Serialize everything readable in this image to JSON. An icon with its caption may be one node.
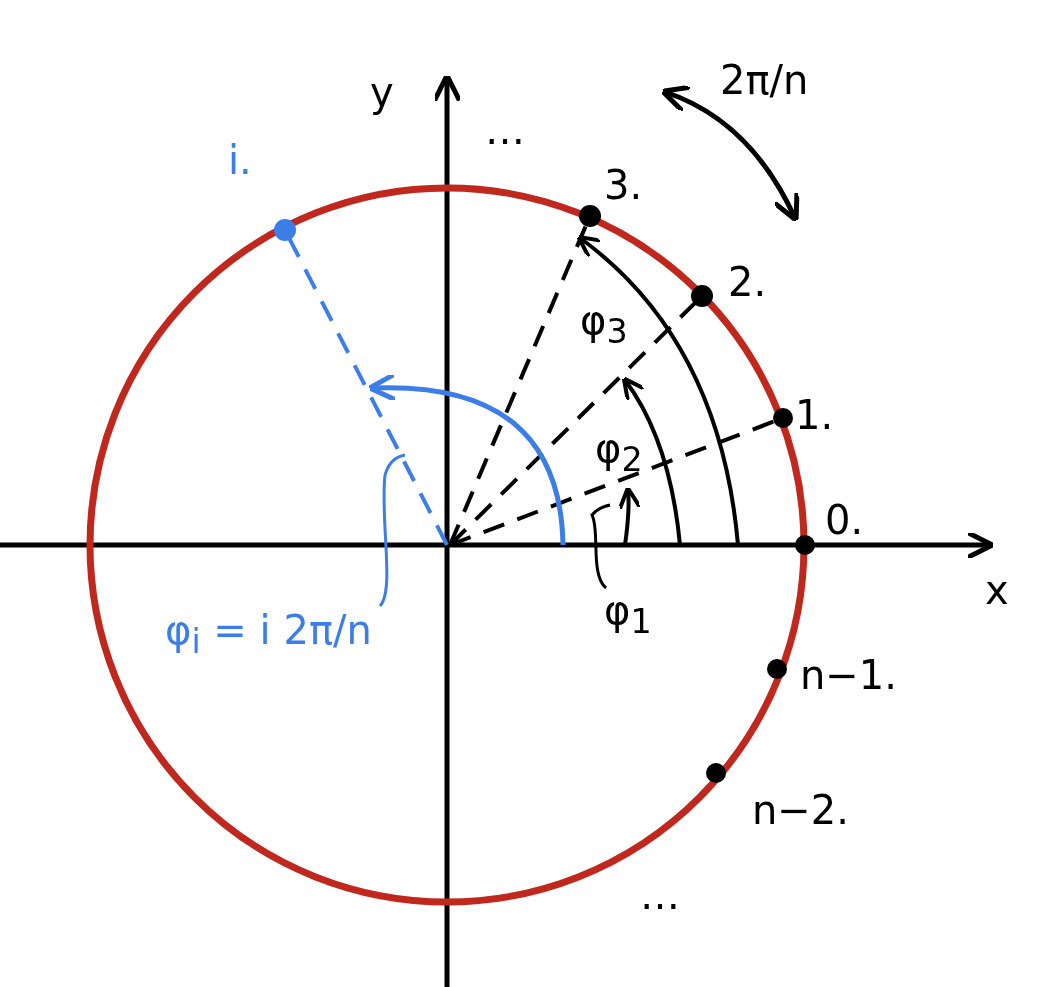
{
  "diagram": {
    "nodes": [
      {
        "text": [
          "φ$_{1}$"
        ]
      },
      {
        "text": [
          "φ$_{i}$ = i 2π/n"
        ]
      }
    ],
    "edges": [
      {
        "from": 0,
        "to": null,
        "arrow": "none"
      },
      {
        "from": 1,
        "to": null,
        "arrow": "none",
        "color": "#3b7ee8"
      }
    ],
    "labels": [
      "y",
      "…",
      "2π/n",
      "i.",
      "3.",
      "2.",
      "φ$_{3}$",
      "1.",
      "φ$_{2}$",
      "0.",
      "x",
      "n−1.",
      "n−2.",
      "…"
    ]
  }
}
